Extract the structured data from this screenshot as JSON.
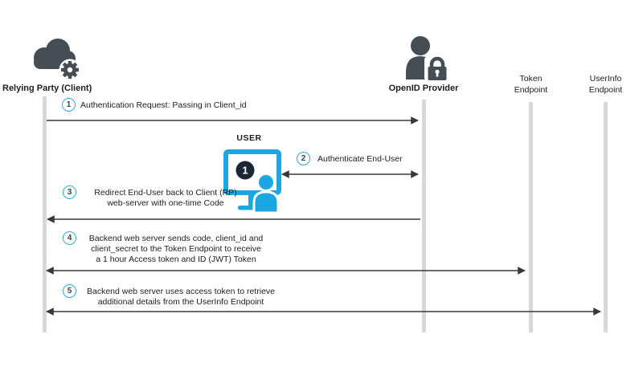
{
  "colors": {
    "accent_cyan": "#29abe2",
    "icon_dark": "#454d55",
    "monitor_badge_navy": "#1b2733",
    "arrow": "#383838",
    "lifeline_gray": "#d8d8d8",
    "text": "#1d1d1f"
  },
  "participants": {
    "relying_party": {
      "label": "Relying Party (Client)",
      "icon": "cloud-gear-icon"
    },
    "openid_provider": {
      "label": "OpenID Provider",
      "icon": "person-lock-icon"
    },
    "token_endpoint": {
      "line1": "Token",
      "line2": "Endpoint"
    },
    "userinfo_endpoint": {
      "line1": "UserInfo",
      "line2": "Endpoint"
    }
  },
  "user": {
    "label": "USER",
    "monitor_badge": "1",
    "icon": "monitor-person-icon"
  },
  "steps": [
    {
      "num": "1",
      "lines": [
        "Authentication Request: Passing in Client_id"
      ],
      "from": "Relying Party (Client)",
      "to": "OpenID Provider",
      "arrow": "single-right"
    },
    {
      "num": "2",
      "lines": [
        "Authenticate End-User"
      ],
      "from": "User",
      "to": "OpenID Provider",
      "arrow": "double"
    },
    {
      "num": "3",
      "lines": [
        "Redirect End-User back to Client (RP)",
        "web-server with one-time Code"
      ],
      "from": "OpenID Provider",
      "to": "Relying Party (Client)",
      "arrow": "single-left"
    },
    {
      "num": "4",
      "lines": [
        "Backend web server sends code, client_id and",
        "client_secret to the Token Endpoint to receive",
        "a 1 hour Access token and ID (JWT) Token"
      ],
      "from": "Relying Party (Client)",
      "to": "Token Endpoint",
      "arrow": "double"
    },
    {
      "num": "5",
      "lines": [
        "Backend web server uses access token to retrieve",
        "additional details from the UserInfo Endpoint"
      ],
      "from": "Relying Party (Client)",
      "to": "UserInfo Endpoint",
      "arrow": "double"
    }
  ]
}
